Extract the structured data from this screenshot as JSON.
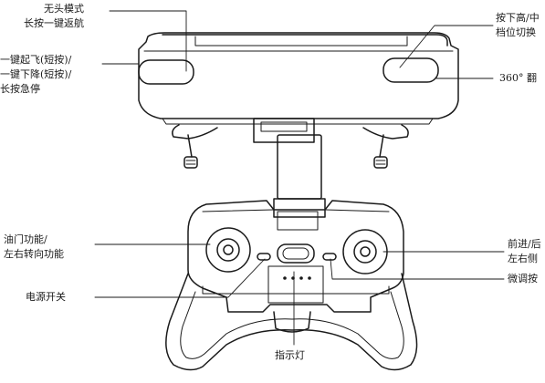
{
  "colors": {
    "line": "#1a1a1a",
    "fill": "#ffffff"
  },
  "labels": {
    "headless_line1": "无头模式",
    "headless_line2": "长按一键返航",
    "takeoff_line1": "一键起飞(短按)/",
    "takeoff_line2": "一键下降(短按)/",
    "takeoff_line3": "长按急停",
    "speed_line1": "按下高/中",
    "speed_line2": "档位切换",
    "flip": "360° 翻",
    "throttle_line1": "油门功能/",
    "throttle_line2": "左右转向功能",
    "power": "电源开关",
    "indicator": "指示灯",
    "direction_line1": "前进/后",
    "direction_line2": "左右侧",
    "trim": "微调按"
  }
}
